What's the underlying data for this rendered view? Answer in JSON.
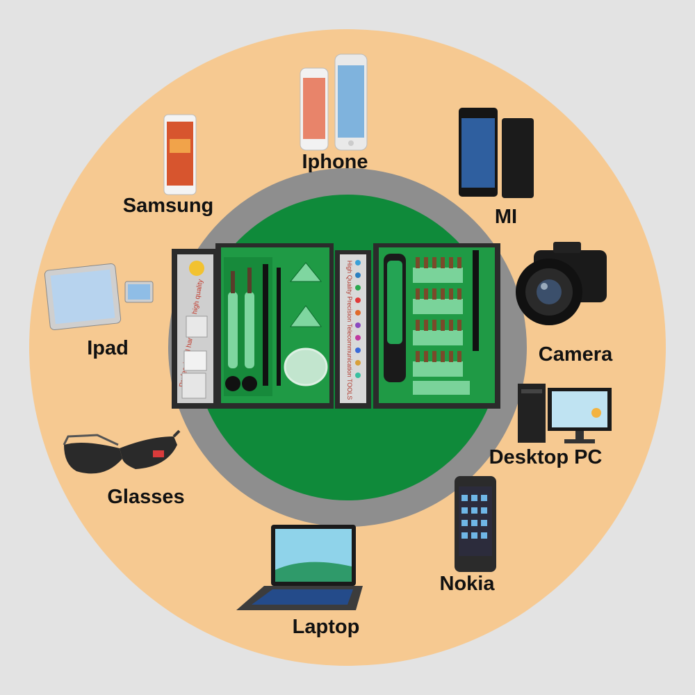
{
  "colors": {
    "background": "#e3e3e3",
    "outer_ring": "#f6c991",
    "gray_ring": "#8e8e8e",
    "center": "#0f8a3a",
    "tray_green": "#1f9a45",
    "tray_frame": "#2b2b2b"
  },
  "labels": {
    "iphone": "Iphone",
    "samsung": "Samsung",
    "mi": "MI",
    "ipad": "Ipad",
    "camera": "Camera",
    "desktop_pc": "Desktop PC",
    "glasses": "Glasses",
    "nokia": "Nokia",
    "laptop": "Laptop"
  },
  "kit": {
    "left_card_text": "Professional hand tools high quality",
    "right_card_text": "High Quality Precision Telecommunication TOOLS"
  },
  "icons": [
    "iphone-icon",
    "samsung-phone-icon",
    "mi-phone-icon",
    "ipad-tablet-icon",
    "camera-icon",
    "desktop-pc-icon",
    "glasses-icon",
    "nokia-phone-icon",
    "laptop-icon",
    "screwdriver-kit-icon"
  ]
}
